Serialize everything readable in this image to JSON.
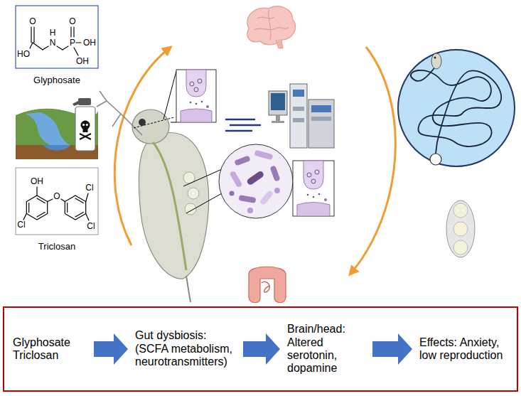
{
  "diagram": {
    "nodes": [
      {
        "text": [
          "Glyphosate Triclosan"
        ]
      },
      {
        "text": [
          "Gut dysbiosis: (SCFA metabolism, neurotransmitters)"
        ]
      },
      {
        "text": [
          "Brain/head: Altered serotonin, dopamine"
        ]
      },
      {
        "text": [
          "Effects: Anxiety, low reproduction"
        ]
      }
    ],
    "edges": [
      {
        "from": 0,
        "to": 1,
        "arrow": "to"
      },
      {
        "from": 1,
        "to": 2,
        "arrow": "to"
      },
      {
        "from": 2,
        "to": 3,
        "arrow": "to"
      }
    ],
    "labels": [
      "O",
      "HO",
      "H",
      "N",
      "O",
      "P",
      "OH",
      "OH",
      "Glyphosate",
      "OH",
      "Cl",
      "O",
      "Cl",
      "Cl",
      "Triclosan"
    ]
  }
}
